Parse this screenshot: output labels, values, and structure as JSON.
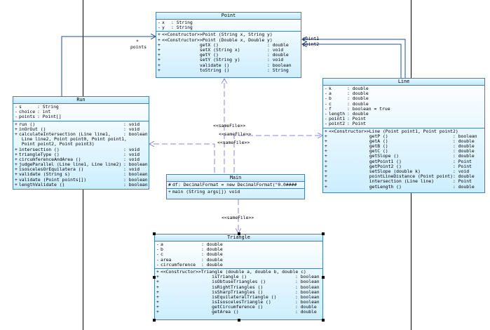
{
  "classes": {
    "point": {
      "title": "Point",
      "attributes": [
        {
          "vis": "-",
          "name": "x",
          "type": ": String"
        },
        {
          "vis": "-",
          "name": "y",
          "type": ": String"
        }
      ],
      "operations": [
        {
          "vis": "+",
          "sig": "<<Constructor>>Point (String x, String y)",
          "ret": ""
        },
        {
          "vis": "+",
          "sig": "<<Constructor>>Point (Double x, Double y)",
          "ret": ""
        },
        {
          "vis": "+",
          "sig": "              getX ()",
          "ret": ": double"
        },
        {
          "vis": "+",
          "sig": "              setX (String x)",
          "ret": ": void"
        },
        {
          "vis": "+",
          "sig": "              getY ()",
          "ret": ": double"
        },
        {
          "vis": "+",
          "sig": "              setY (String y)",
          "ret": ": void"
        },
        {
          "vis": "+",
          "sig": "              validate ()",
          "ret": ": boolean"
        },
        {
          "vis": "+",
          "sig": "              toString ()",
          "ret": ": String"
        }
      ]
    },
    "run": {
      "title": "Run",
      "attributes": [
        {
          "vis": "-",
          "name": "s",
          "type": ": String"
        },
        {
          "vis": "-",
          "name": "choice",
          "type": ": int"
        },
        {
          "vis": "-",
          "name": "points",
          "type": ": Point[]"
        }
      ],
      "operations": [
        {
          "vis": "+",
          "sig": "run ()",
          "ret": ": void"
        },
        {
          "vis": "+",
          "sig": "inOrOut ()",
          "ret": ": void"
        },
        {
          "vis": "+",
          "sig": "calculateIntersection (Line line1,",
          "ret": ": boolean"
        },
        {
          "vis": " ",
          "sig": " Line line2, Point point0, Point point1,",
          "ret": ""
        },
        {
          "vis": " ",
          "sig": " Point point2, Point point3)",
          "ret": ""
        },
        {
          "vis": "+",
          "sig": "intersection ()",
          "ret": ": void"
        },
        {
          "vis": "+",
          "sig": "triangleType ()",
          "ret": ": void"
        },
        {
          "vis": "+",
          "sig": "circumferenceAndArea ()",
          "ret": ": void"
        },
        {
          "vis": "+",
          "sig": "judgeParallel (Line line1, Line line2)",
          "ret": ": boolean"
        },
        {
          "vis": "+",
          "sig": "isoscelesOrEquilatera ()",
          "ret": ": void"
        },
        {
          "vis": "+",
          "sig": "validate (String s)",
          "ret": ": boolean"
        },
        {
          "vis": "+",
          "sig": "validate (Point points[])",
          "ret": ": boolean"
        },
        {
          "vis": "+",
          "sig": "lengthValidate ()",
          "ret": ": boolean"
        }
      ]
    },
    "line": {
      "title": "Line",
      "attributes": [
        {
          "vis": "-",
          "name": "k",
          "type": ": double"
        },
        {
          "vis": "-",
          "name": "a",
          "type": ": double"
        },
        {
          "vis": "-",
          "name": "b",
          "type": ": double"
        },
        {
          "vis": "-",
          "name": "c",
          "type": ": double"
        },
        {
          "vis": "-",
          "name": "f",
          "type": ": boolean = true"
        },
        {
          "vis": "-",
          "name": "length",
          "type": ": double"
        },
        {
          "vis": "-",
          "name": "point1",
          "type": ": Point"
        },
        {
          "vis": "-",
          "name": "point2",
          "type": ": Point"
        }
      ],
      "operations": [
        {
          "vis": "+",
          "sig": "<<Constructor>>Line (Point point1, Point point2)",
          "ret": ""
        },
        {
          "vis": "+",
          "sig": "               getP ()",
          "ret": ": boolean"
        },
        {
          "vis": "+",
          "sig": "               getA ()",
          "ret": ": double"
        },
        {
          "vis": "+",
          "sig": "               getB ()",
          "ret": ": double"
        },
        {
          "vis": "+",
          "sig": "               getC ()",
          "ret": ": double"
        },
        {
          "vis": "+",
          "sig": "               getSlope ()",
          "ret": ": double"
        },
        {
          "vis": "+",
          "sig": "               getPoint1 ()",
          "ret": ": Point"
        },
        {
          "vis": "+",
          "sig": "               getPoint2 ()",
          "ret": ": Point"
        },
        {
          "vis": "+",
          "sig": "               setSlope (double k)",
          "ret": ": void"
        },
        {
          "vis": "+",
          "sig": "               pointLineDistance (Point point)",
          "ret": ": double"
        },
        {
          "vis": "+",
          "sig": "               intersection (Line line)",
          "ret": ": Point"
        },
        {
          "vis": "+",
          "sig": "               getLength ()",
          "ret": ": double"
        }
      ]
    },
    "main": {
      "title": "Main",
      "attributes": [
        {
          "vis": "#",
          "name": "df",
          "type": ": DecimalFormat = new DecimalFormat(\"0.0####"
        }
      ],
      "operations": [
        {
          "vis": "+",
          "sig": "main (String args[]) void",
          "ret": ""
        }
      ]
    },
    "triangle": {
      "title": "Triangle",
      "attributes": [
        {
          "vis": "-",
          "name": "a",
          "type": ": double"
        },
        {
          "vis": "-",
          "name": "b",
          "type": ": double"
        },
        {
          "vis": "-",
          "name": "c",
          "type": ": double"
        },
        {
          "vis": "-",
          "name": "area",
          "type": ": double"
        },
        {
          "vis": "-",
          "name": "circumference",
          "type": ": double"
        }
      ],
      "operations": [
        {
          "vis": "+",
          "sig": "<<Constructor>>Triangle (double a, double b, double c)",
          "ret": ""
        },
        {
          "vis": "+",
          "sig": "                   isTriangle ()",
          "ret": ": boolean"
        },
        {
          "vis": "+",
          "sig": "                   isObtuseTriangles ()",
          "ret": ": boolean"
        },
        {
          "vis": "+",
          "sig": "                   isRightTriangles ()",
          "ret": ": boolean"
        },
        {
          "vis": "+",
          "sig": "                   isSharpTriangles ()",
          "ret": ": boolean"
        },
        {
          "vis": "+",
          "sig": "                   isEquilateralTriangle ()",
          "ret": ": boolean"
        },
        {
          "vis": "+",
          "sig": "                   isIsoscelesTriangle ()",
          "ret": ": boolean"
        },
        {
          "vis": "+",
          "sig": "                   getCircumference ()",
          "ret": ": double"
        },
        {
          "vis": "+",
          "sig": "                   getArea ()",
          "ret": ": double"
        }
      ]
    }
  },
  "edge_labels": {
    "run_point_multiplicity": "*",
    "run_point_role": "points",
    "line_point1_role": "point1",
    "line_point2_role": "point2",
    "samefile_point": "<<sameFile>>",
    "samefile_line": "<<sameFile>>",
    "samefile_run": "<<sameFile>>",
    "samefile_triangle": "<<sameFile>>"
  },
  "colors": {
    "class_border": "#4a7fb5",
    "dependency_line": "#8a8ad6",
    "association_line": "#1c4fa0"
  }
}
